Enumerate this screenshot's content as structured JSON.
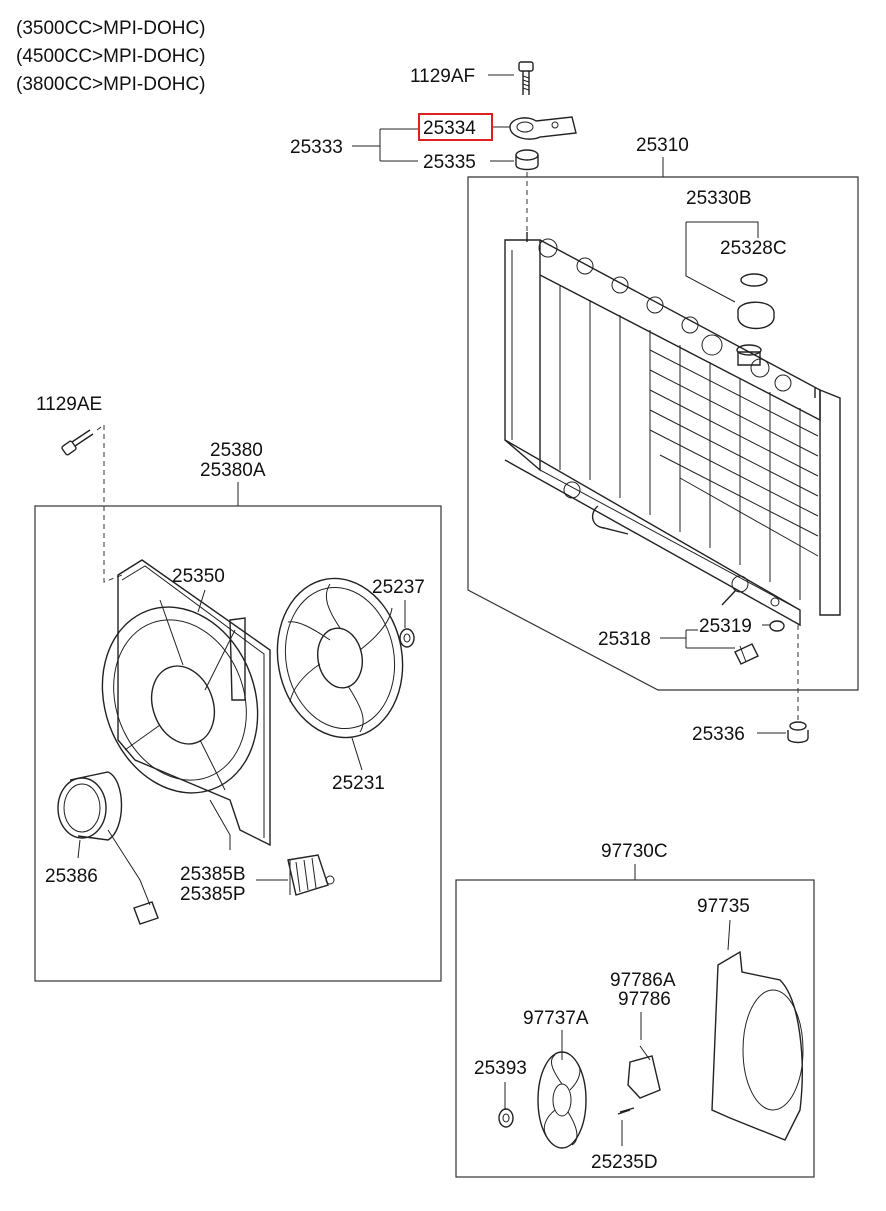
{
  "engine_variants": [
    "(3500CC>MPI-DOHC)",
    "(4500CC>MPI-DOHC)",
    "(3800CC>MPI-DOHC)"
  ],
  "highlight_color": "#e02020",
  "parts": {
    "p1129AF": "1129AF",
    "p25334": "25334",
    "p25333": "25333",
    "p25335": "25335",
    "p25310": "25310",
    "p25330B": "25330B",
    "p25328C": "25328C",
    "p1129AE": "1129AE",
    "p25380": "25380",
    "p25380A": "25380A",
    "p25350": "25350",
    "p25237": "25237",
    "p25231": "25231",
    "p25386": "25386",
    "p25385B": "25385B",
    "p25385P": "25385P",
    "p25318": "25318",
    "p25319": "25319",
    "p25336": "25336",
    "p97730C": "97730C",
    "p97735": "97735",
    "p97786A": "97786A",
    "p97786": "97786",
    "p97737A": "97737A",
    "p25393": "25393",
    "p25235D": "25235D"
  },
  "highlighted_part": "25334"
}
